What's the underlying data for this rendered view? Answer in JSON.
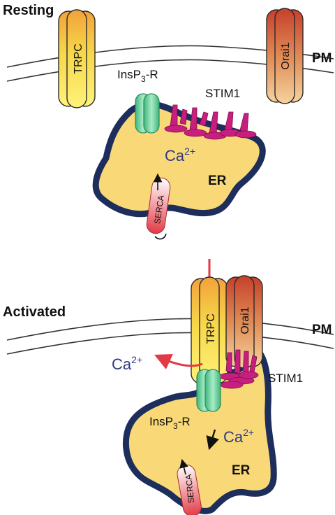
{
  "panels": {
    "resting": {
      "title": "Resting",
      "pm": "PM",
      "trpc": "TRPC",
      "orai": "Orai1",
      "insp3r_prefix": "InsP",
      "insp3r_sub": "3",
      "insp3r_suffix": "-R",
      "stim": "STIM1",
      "ca_base": "Ca",
      "ca_sup": "2+",
      "er": "ER",
      "serca": "SERCA"
    },
    "activated": {
      "title": "Activated",
      "pm": "PM",
      "trpc": "TRPC",
      "orai": "Orai1",
      "insp3r_prefix": "InsP",
      "insp3r_sub": "3",
      "insp3r_suffix": "-R",
      "stim": "STIM1",
      "ca_base": "Ca",
      "ca_sup": "2+",
      "ca_out_base": "Ca",
      "ca_out_sup": "2+",
      "er": "ER",
      "serca": "SERCA"
    }
  },
  "colors": {
    "er_fill": "#f9d977",
    "er_border": "#1d2d5c",
    "ca_text": "#2f3a86",
    "insp3r": "#6fcf9b",
    "stim": "#c81f7f",
    "serca": "#e23a45",
    "arrow_red": "#e23a45"
  }
}
